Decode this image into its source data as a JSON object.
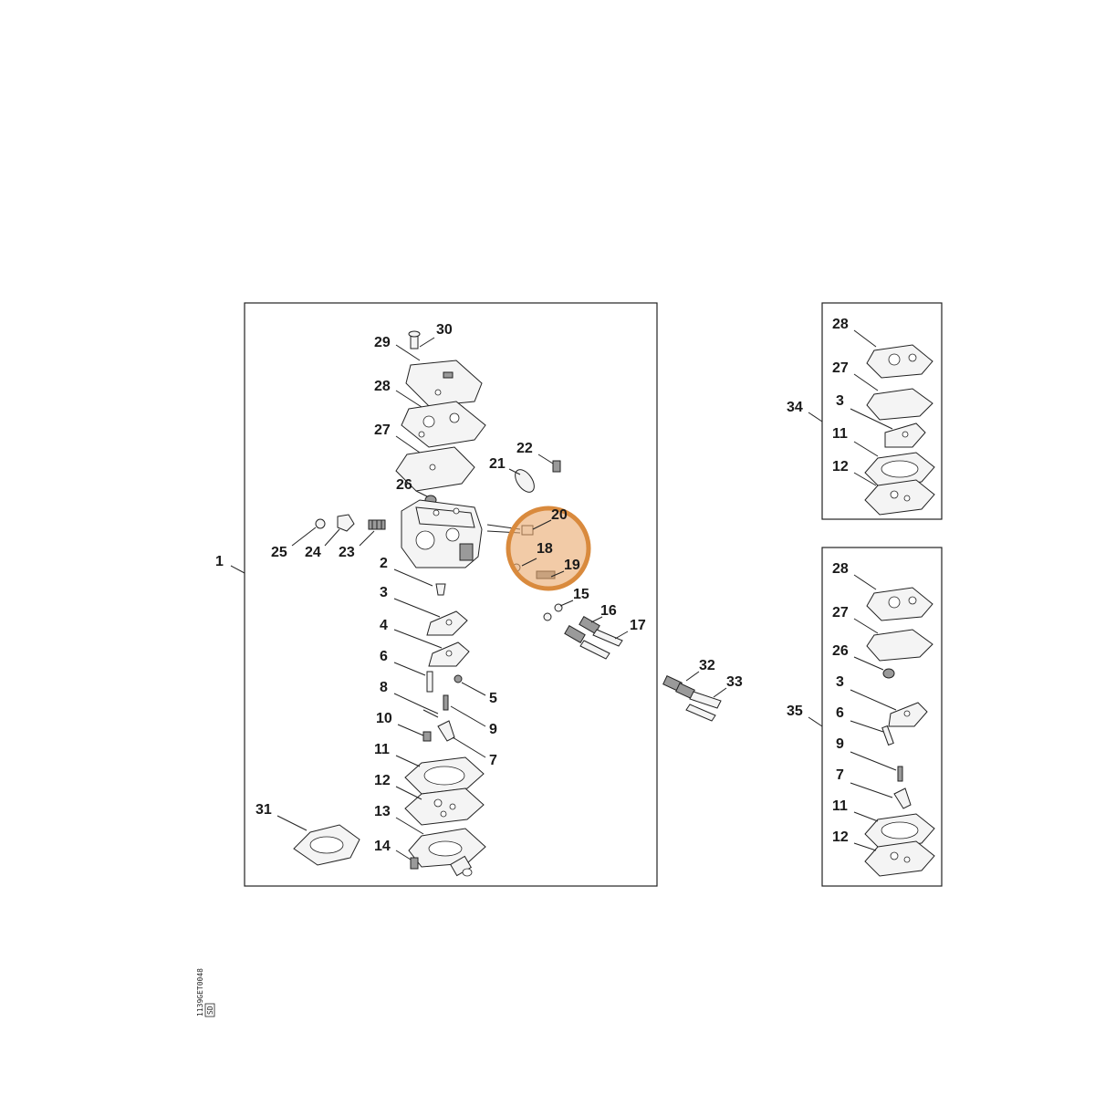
{
  "diagram": {
    "highlight_color": "#d98a3d",
    "frames": {
      "main": {
        "name": "main-assembly-frame"
      },
      "kit_34": {
        "name": "kit-34-frame"
      },
      "kit_35": {
        "name": "kit-35-frame"
      }
    },
    "main_labels": {
      "l1": "1",
      "l2": "2",
      "l3": "3",
      "l4": "4",
      "l5": "5",
      "l6": "6",
      "l7": "7",
      "l8": "8",
      "l9": "9",
      "l10": "10",
      "l11": "11",
      "l12": "12",
      "l13": "13",
      "l14": "14",
      "l15": "15",
      "l16": "16",
      "l17": "17",
      "l18": "18",
      "l19": "19",
      "l20": "20",
      "l21": "21",
      "l22": "22",
      "l23": "23",
      "l24": "24",
      "l25": "25",
      "l26": "26",
      "l27": "27",
      "l28": "28",
      "l29": "29",
      "l30": "30",
      "l31": "31",
      "l32": "32",
      "l33": "33"
    },
    "kit34_labels": {
      "k34": "34",
      "l28": "28",
      "l27": "27",
      "l3": "3",
      "l11": "11",
      "l12": "12"
    },
    "kit35_labels": {
      "k35": "35",
      "l28": "28",
      "l27": "27",
      "l26": "26",
      "l3": "3",
      "l6": "6",
      "l9": "9",
      "l7": "7",
      "l11": "11",
      "l12": "12"
    },
    "drawing_code": "1139GET0048",
    "drawing_code_suffix": "SD"
  }
}
